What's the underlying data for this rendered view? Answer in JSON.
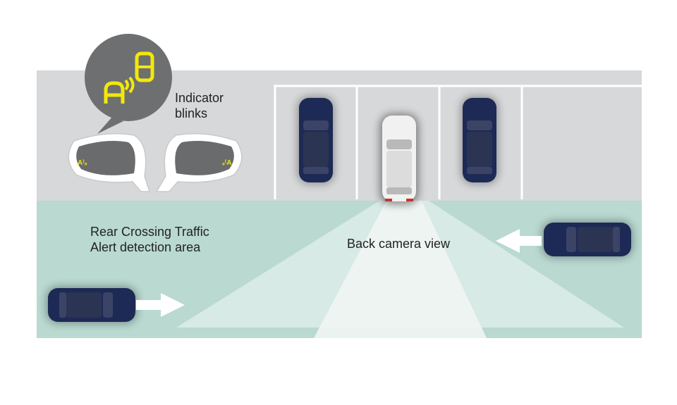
{
  "labels": {
    "indicator_line1": "Indicator",
    "indicator_line2": "blinks",
    "detection_line1": "Rear Crossing Traffic",
    "detection_line2": "Alert detection area",
    "camera": "Back camera view"
  },
  "colors": {
    "lot": "#d7d8da",
    "detection_zone": "#b9d9d1",
    "camera_cone": "#e8f1ee",
    "indicator_icon": "#f2e80a",
    "callout_bubble": "#6e6f71",
    "car_dark_blue": "#1d2a55",
    "car_white": "#f1f1f1",
    "arrow": "#ffffff"
  },
  "icons": [
    "blind-spot-warning-icon",
    "left-mirror-icon",
    "right-mirror-icon",
    "arrow-right-icon",
    "arrow-left-icon"
  ]
}
